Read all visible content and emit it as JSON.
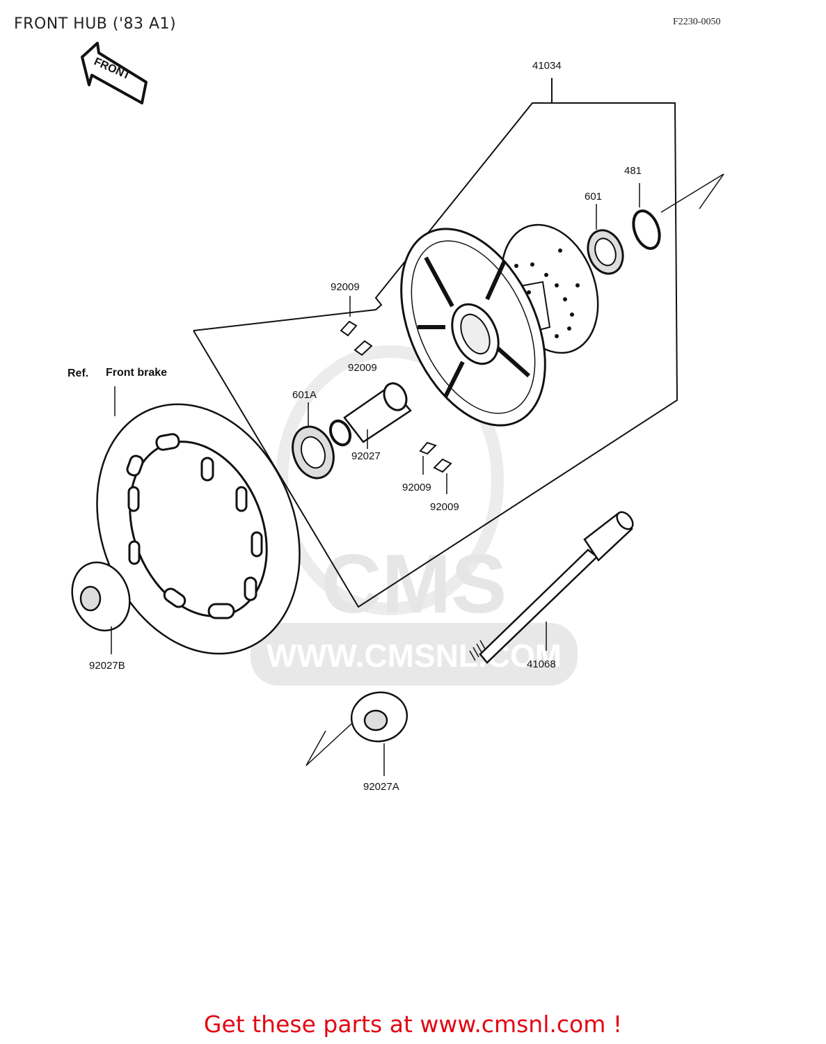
{
  "header": {
    "title": "FRONT HUB ('83 A1)",
    "code": "F2230-0050"
  },
  "direction_arrow": {
    "label": "FRONT"
  },
  "parts": {
    "hub_assembly": "41034",
    "circlip": "481",
    "bearing_right": "601",
    "screw_a": "92009",
    "screw_b": "92009",
    "screw_c": "92009",
    "screw_d": "92009",
    "bearing_left": "601A",
    "spacer_sleeve": "92027",
    "collar_b": "92027B",
    "axle": "41068",
    "collar_a": "92027A"
  },
  "reference": {
    "prefix": "Ref.",
    "label": "Front brake"
  },
  "watermark": {
    "url": "WWW.CMSNL.COM",
    "brand": "CMS"
  },
  "footer": {
    "cta": "Get these parts at www.cmsnl.com !"
  },
  "colors": {
    "cta": "#e30613",
    "line": "#111111",
    "watermark": "#e4e4e4"
  }
}
